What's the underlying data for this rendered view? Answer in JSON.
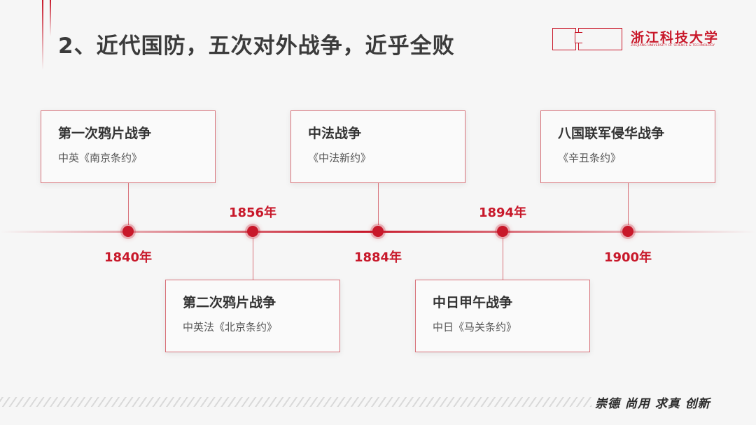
{
  "title": "2、近代国防，五次对外战争，近乎全败",
  "logo": {
    "name_cn": "浙江科技大学",
    "name_en": "ZHEJIANG UNIVERSITY OF SCIENCE & TECHNOLOGY"
  },
  "events": [
    {
      "name": "第一次鸦片战争",
      "treaty": "中英《南京条约》",
      "year": "1840年"
    },
    {
      "name": "第二次鸦片战争",
      "treaty": "中英法《北京条约》",
      "year": "1856年"
    },
    {
      "name": "中法战争",
      "treaty": "《中法新约》",
      "year": "1884年"
    },
    {
      "name": "中日甲午战争",
      "treaty": "中日《马关条约》",
      "year": "1894年"
    },
    {
      "name": "八国联军侵华战争",
      "treaty": "《辛丑条约》",
      "year": "1900年"
    }
  ],
  "motto": "崇德 尚用 求真 创新",
  "colors": {
    "accent": "#c8182a",
    "title": "#3b3b3b",
    "background": "#f6f6f6"
  }
}
